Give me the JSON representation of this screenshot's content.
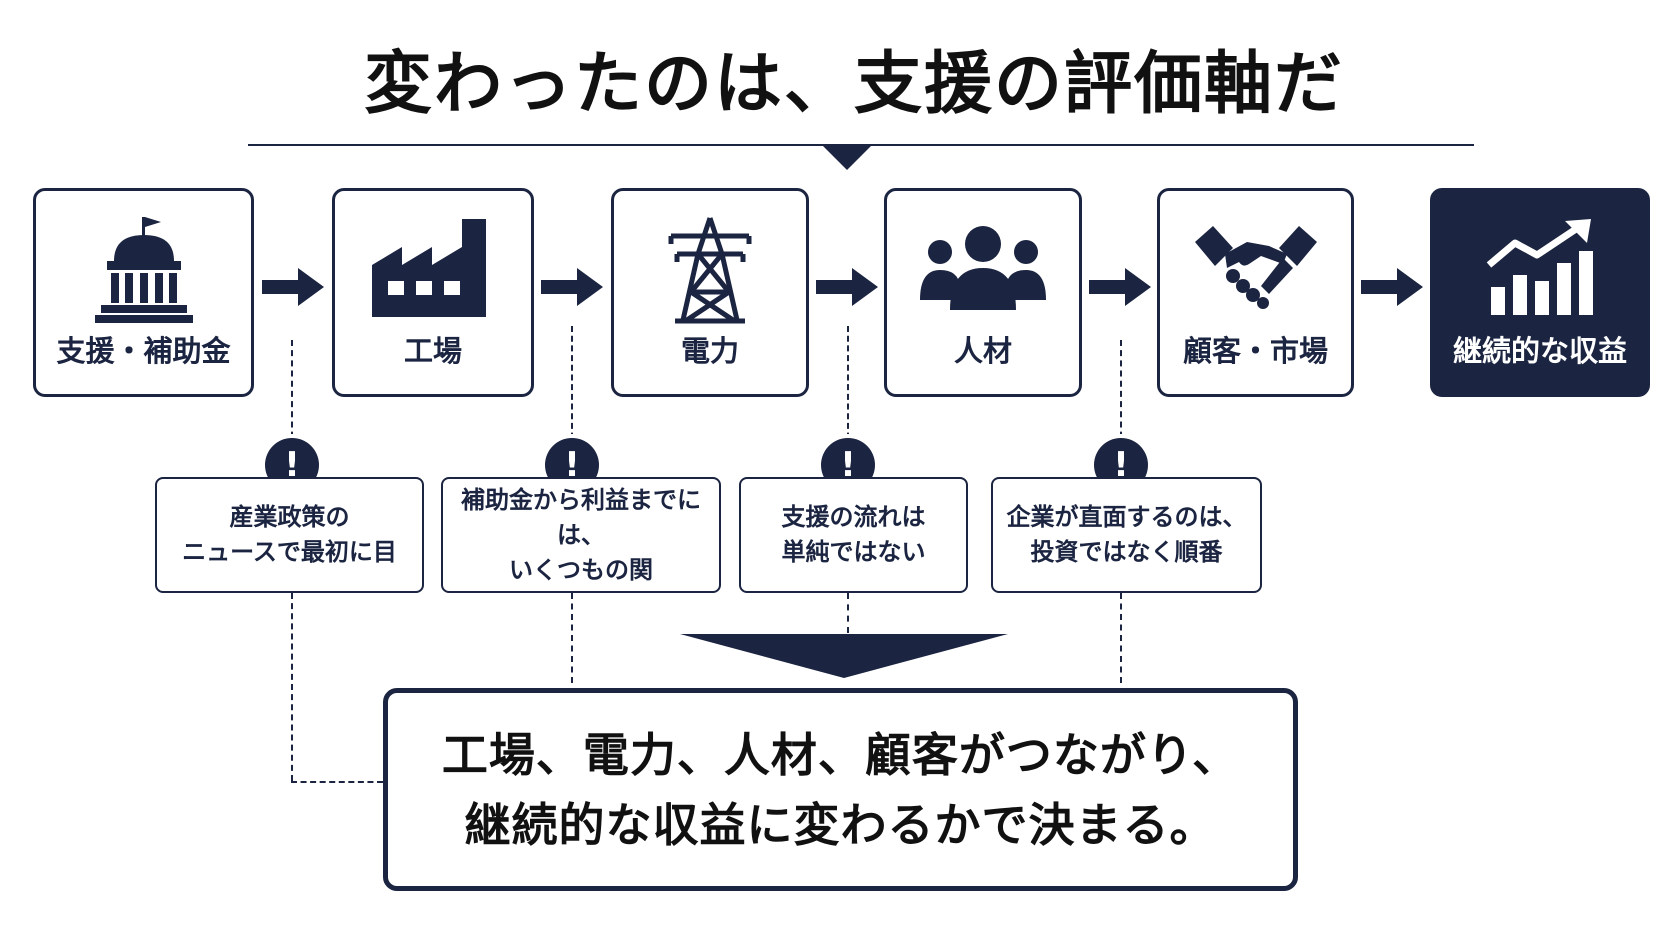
{
  "title": "変わったのは、支援の評価軸だ",
  "steps": [
    {
      "label": "支援・補助金",
      "icon": "government-building-icon"
    },
    {
      "label": "工場",
      "icon": "factory-icon"
    },
    {
      "label": "電力",
      "icon": "power-tower-icon"
    },
    {
      "label": "人材",
      "icon": "people-group-icon"
    },
    {
      "label": "顧客・市場",
      "icon": "handshake-icon"
    },
    {
      "label": "継続的な収益",
      "icon": "growth-chart-icon"
    }
  ],
  "notes": [
    {
      "text": "産業政策の\nニュースで最初に目"
    },
    {
      "text": "補助金から利益までには、\nいくつもの関"
    },
    {
      "text": "支援の流れは\n単純ではない"
    },
    {
      "text": "企業が直面するのは、\n投資ではなく順番"
    }
  ],
  "warning_symbol": "!",
  "conclusion": {
    "line1": "工場、電力、人材、顧客がつながり、",
    "line2": "継続的な収益に変わるかで決まる。"
  },
  "colors": {
    "navy": "#1b2440",
    "background": "#ffffff"
  }
}
